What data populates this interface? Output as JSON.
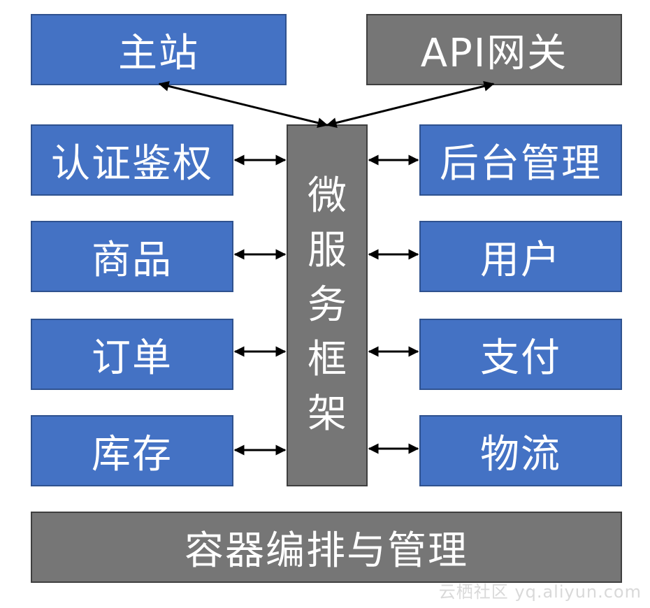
{
  "top": {
    "main_site": "主站",
    "api_gateway": "API网关"
  },
  "framework": {
    "chars": [
      "微",
      "服",
      "务",
      "框",
      "架"
    ]
  },
  "left_services": [
    "认证鉴权",
    "商品",
    "订单",
    "库存"
  ],
  "right_services": [
    "后台管理",
    "用户",
    "支付",
    "物流"
  ],
  "bottom": {
    "orchestration": "容器编排与管理"
  },
  "watermark": "云栖社区 yq.aliyun.com",
  "colors": {
    "blue": "#4472c4",
    "gray": "#767676"
  }
}
